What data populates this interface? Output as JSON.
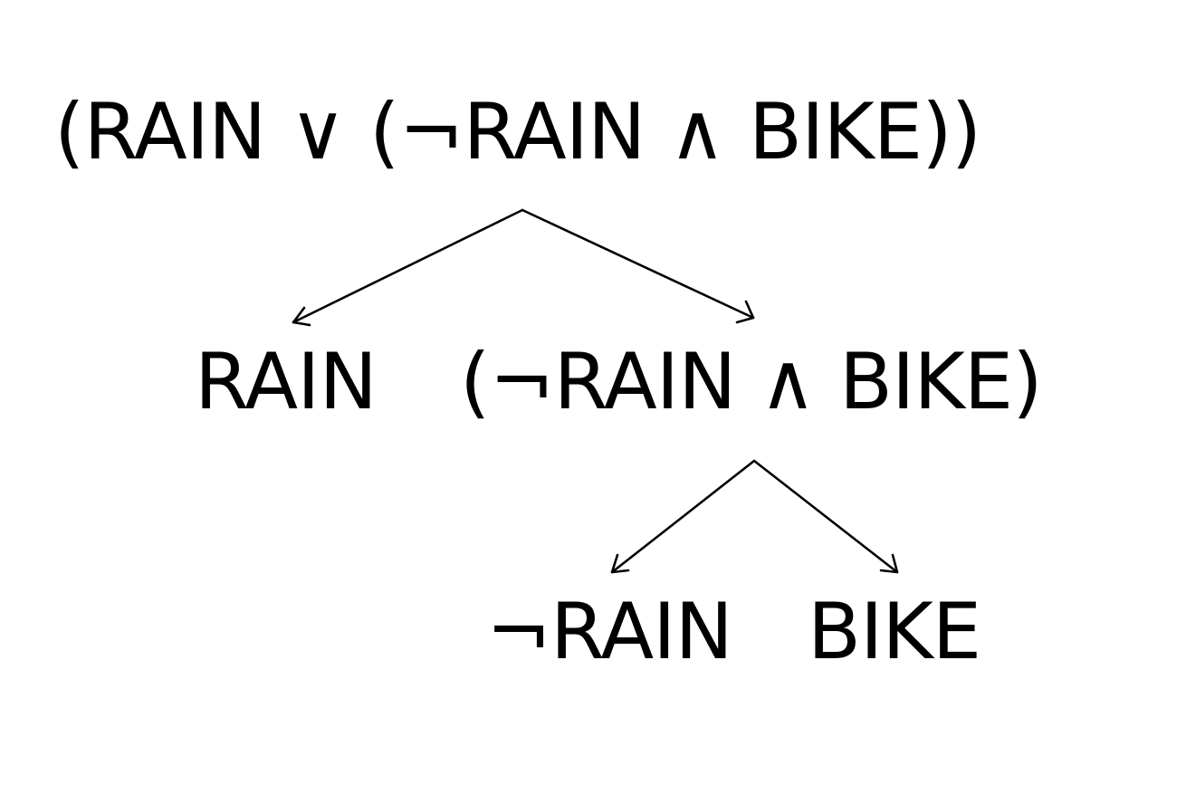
{
  "tree": {
    "root": "(RAIN ∨ (¬RAIN ∧ BIKE))",
    "left_child": "RAIN",
    "right_child": "(¬RAIN ∧ BIKE)",
    "right_left_child": "¬RAIN",
    "right_right_child": "BIKE"
  },
  "colors": {
    "text": "#000000",
    "edges": "#000000",
    "background": "#ffffff"
  }
}
